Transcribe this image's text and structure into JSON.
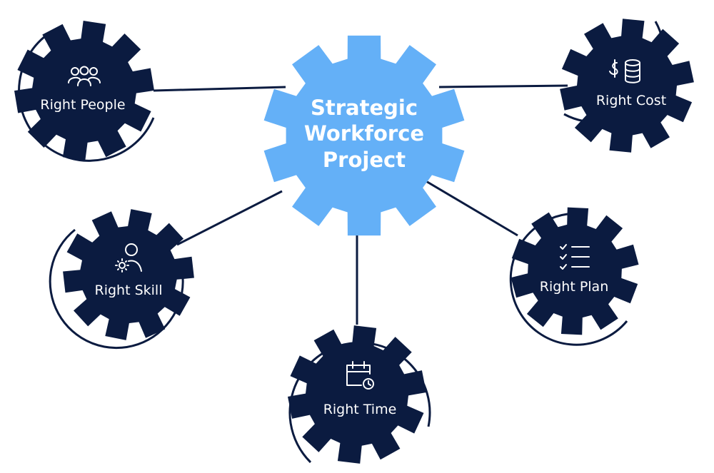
{
  "center": {
    "title_lines": [
      "Strategic",
      "Workforce",
      "Project"
    ],
    "color": "#64b0f7"
  },
  "nodes": [
    {
      "id": "right-people",
      "label": "Right People",
      "icon": "people-icon"
    },
    {
      "id": "right-cost",
      "label": "Right Cost",
      "icon": "dollar-coins-icon"
    },
    {
      "id": "right-skill",
      "label": "Right Skill",
      "icon": "user-gear-icon"
    },
    {
      "id": "right-plan",
      "label": "Right Plan",
      "icon": "checklist-icon"
    },
    {
      "id": "right-time",
      "label": "Right Time",
      "icon": "calendar-clock-icon"
    }
  ],
  "colors": {
    "gear_dark": "#0b1b40",
    "connector": "#0b1b40",
    "label_text": "#ffffff"
  }
}
